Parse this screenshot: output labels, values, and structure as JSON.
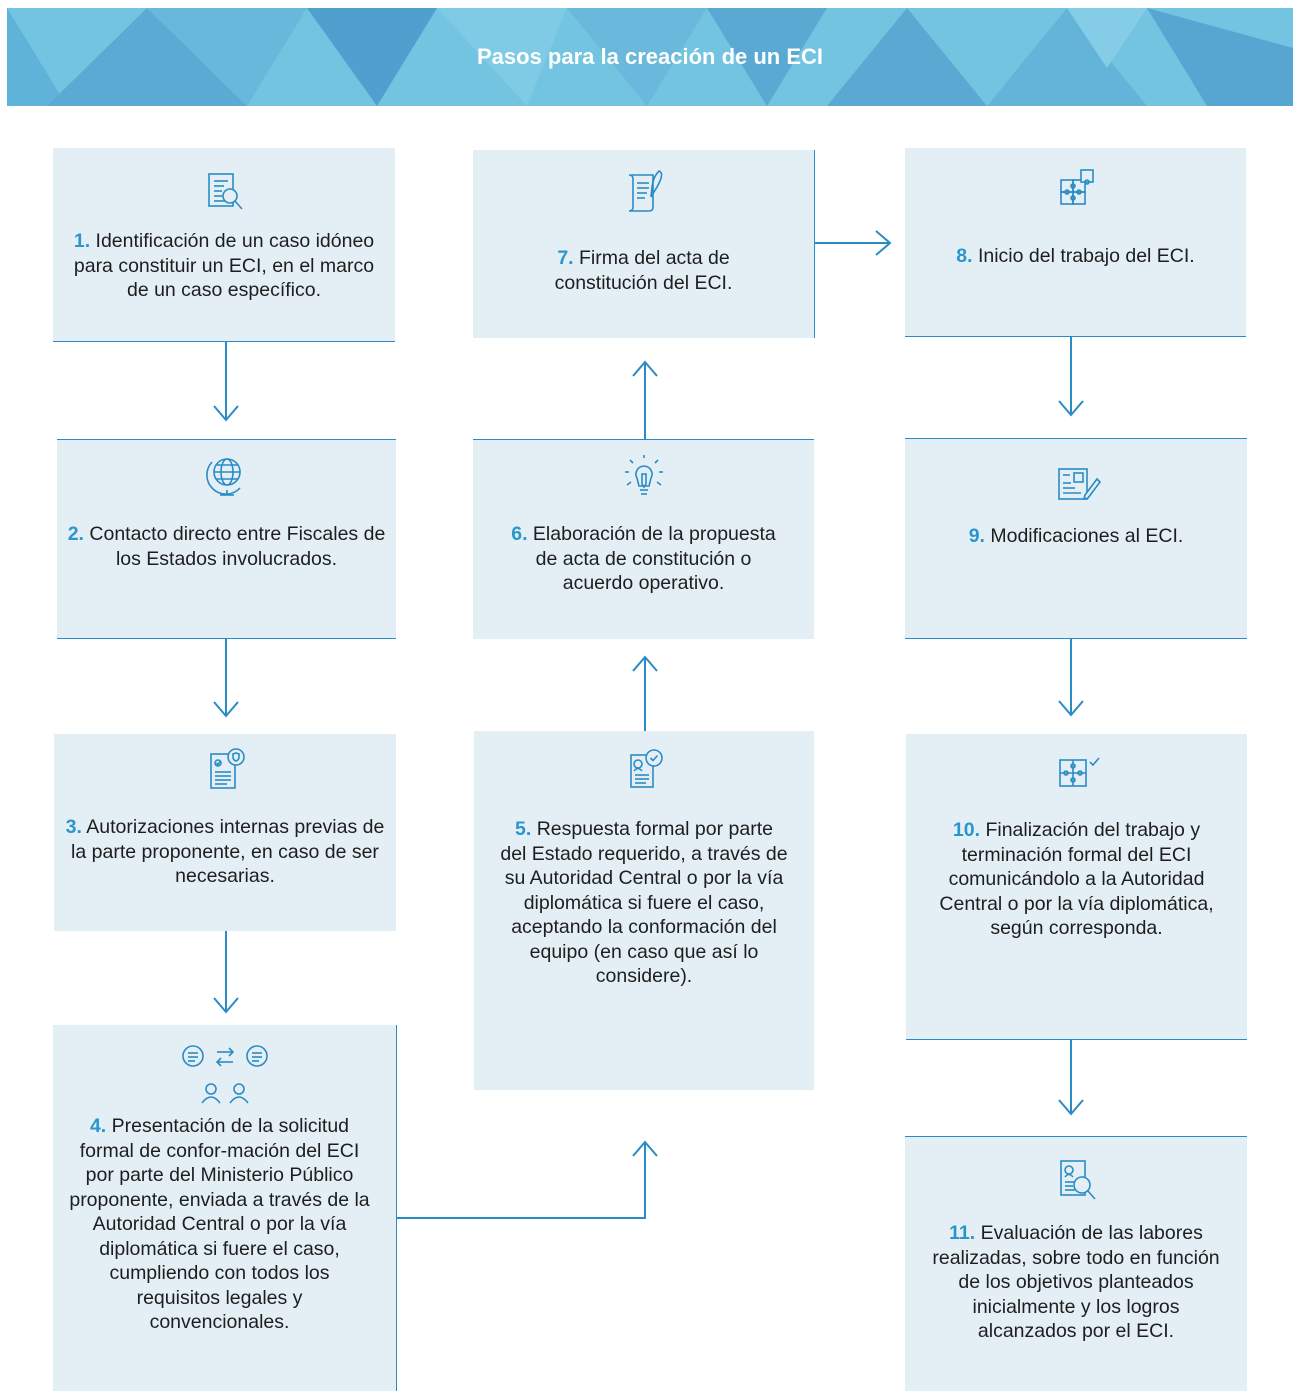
{
  "header": {
    "title": "Pasos para la creación de un ECI",
    "color": "#6cc0de"
  },
  "accent": "#2a8cc4",
  "steps": [
    {
      "num": "1.",
      "text": "Identificación de un caso idóneo para constituir un ECI, en el marco de un caso específico.",
      "icon": "document-search-icon"
    },
    {
      "num": "2.",
      "text": "Contacto directo entre Fiscales de los Estados involucrados.",
      "icon": "globe-icon"
    },
    {
      "num": "3.",
      "text": "Autorizaciones internas previas de la parte proponente, en caso de ser necesarias.",
      "icon": "approved-document-icon"
    },
    {
      "num": "4.",
      "text": "Presentación de la solicitud formal de confor-mación del ECI por parte del Ministerio Público proponente, enviada a través de la Autoridad Central o por la vía diplomática si fuere el caso, cumpliendo con todos los requisitos legales y convencionales.",
      "icon": "dialogue-exchange-icon"
    },
    {
      "num": "5.",
      "text": "Respuesta formal por parte del Estado requerido, a través de su Autoridad Central o por la vía diplomática si fuere el caso, aceptando la conformación del equipo (en caso que así lo considere).",
      "icon": "profile-check-document-icon"
    },
    {
      "num": "6.",
      "text": "Elaboración de la propuesta de acta de constitución o acuerdo operativo.",
      "icon": "lightbulb-pencil-icon"
    },
    {
      "num": "7.",
      "text": "Firma del acta de constitución del ECI.",
      "icon": "scroll-quill-icon"
    },
    {
      "num": "8.",
      "text": "Inicio del trabajo del ECI.",
      "icon": "puzzle-icon"
    },
    {
      "num": "9.",
      "text": "Modificaciones al ECI.",
      "icon": "document-edit-icon"
    },
    {
      "num": "10.",
      "text": "Finalización del trabajo y terminación formal del ECI comunicándolo a la Autoridad Central o por la vía diplomática, según corresponda.",
      "icon": "puzzle-check-icon"
    },
    {
      "num": "11.",
      "text": "Evaluación de las labores realizadas, sobre todo en función de los objetivos planteados inicialmente y los logros alcanzados por el ECI.",
      "icon": "profile-search-icon"
    }
  ]
}
